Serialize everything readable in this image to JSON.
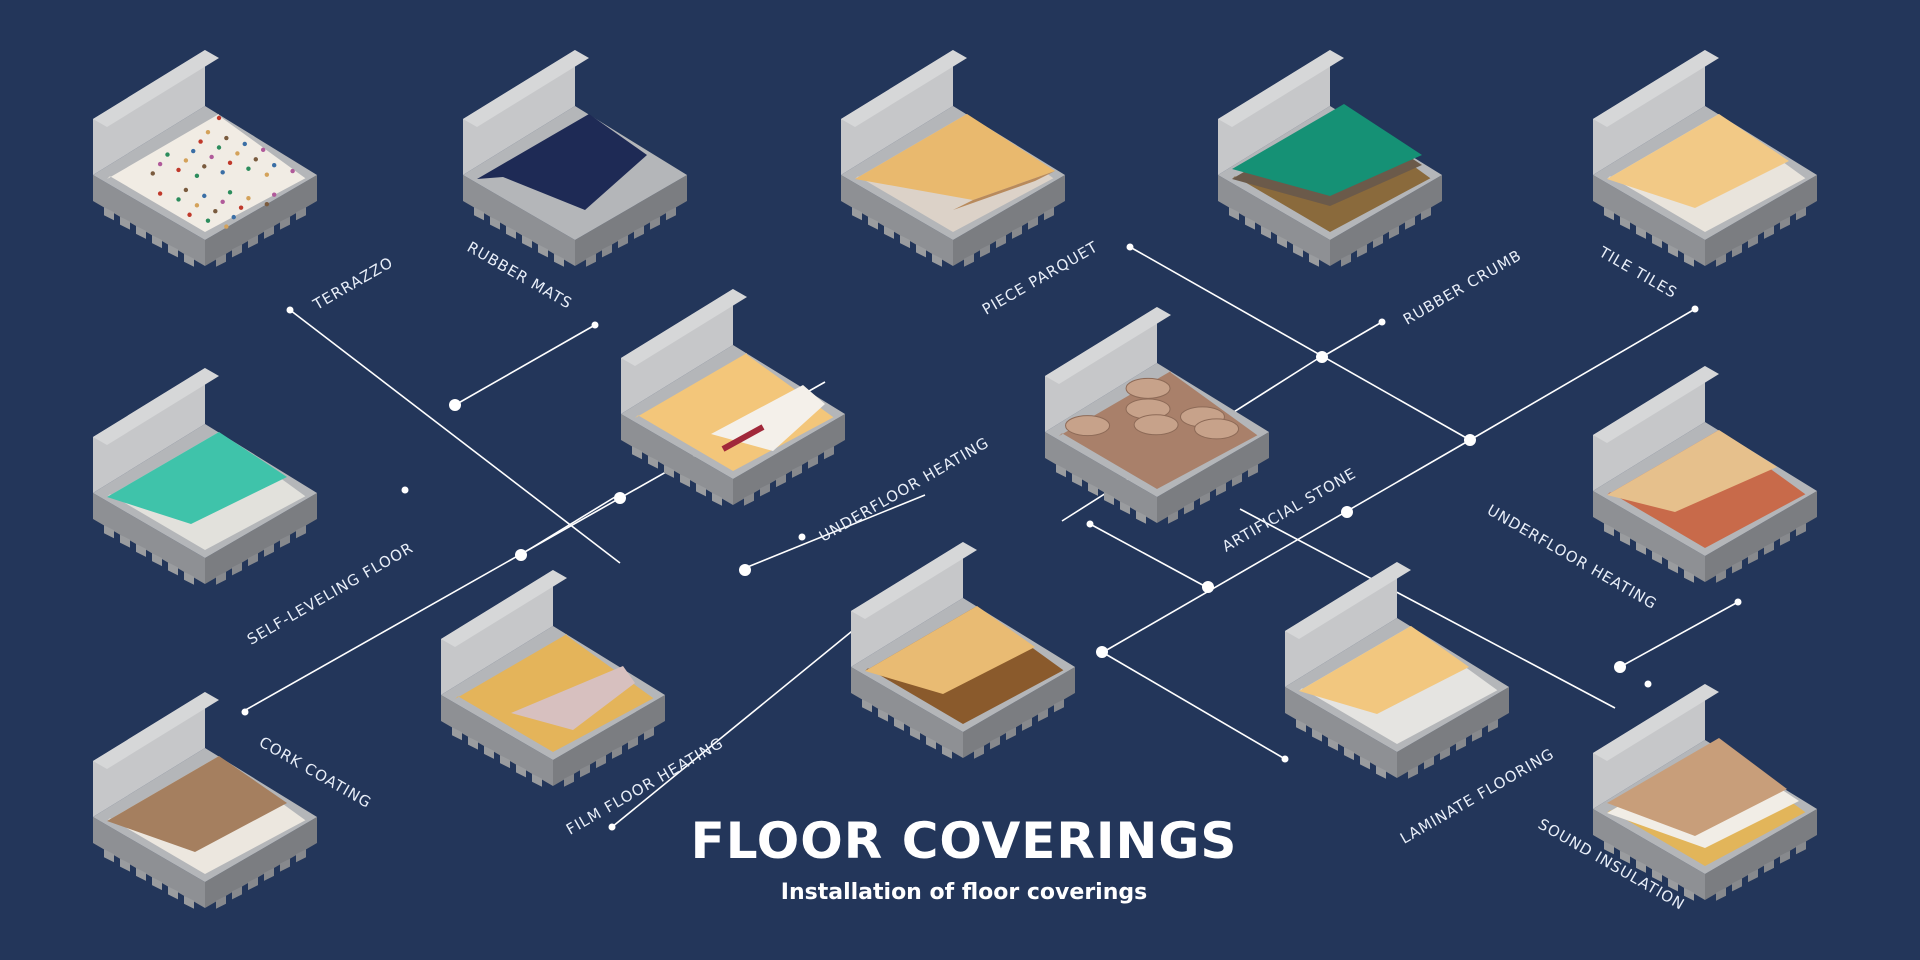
{
  "header": {
    "title": "FLOOR COVERINGS",
    "subtitle": "Installation of floor coverings"
  },
  "items": [
    {
      "key": "terrazzo",
      "label": "TERRAZZO",
      "color": "#f1ece4"
    },
    {
      "key": "rubber-mats",
      "label": "RUBBER MATS",
      "color": "#1e2a55"
    },
    {
      "key": "piece-parquet",
      "label": "PIECE PARQUET",
      "color": "#e9b96e"
    },
    {
      "key": "rubber-crumb",
      "label": "RUBBER CRUMB",
      "color": "#159175"
    },
    {
      "key": "tile-tiles",
      "label": "TILE TILES",
      "color": "#f2c986"
    },
    {
      "key": "self-leveling-floor",
      "label": "SELF-LEVELING FLOOR",
      "color": "#3fc3aa"
    },
    {
      "key": "underfloor-heating-1",
      "label": "UNDERFLOOR HEATING",
      "color": "#f3c67a"
    },
    {
      "key": "artificial-stone",
      "label": "ARTIFICIAL STONE",
      "color": "#a9806a"
    },
    {
      "key": "underfloor-heating-2",
      "label": "UNDERFLOOR HEATING",
      "color": "#e6c08c"
    },
    {
      "key": "cork-coating",
      "label": "CORK COATING",
      "color": "#a57f5f"
    },
    {
      "key": "film-floor-heating",
      "label": "FILM FLOOR HEATING",
      "color": "#e4b45a"
    },
    {
      "key": "center-parquet",
      "label": "",
      "color": "#e9bb73"
    },
    {
      "key": "laminate-flooring",
      "label": "LAMINATE FLOORING",
      "color": "#f2c77f"
    },
    {
      "key": "sound-insulation",
      "label": "SOUND INSULATION",
      "color": "#c89e7a"
    }
  ],
  "colors": {
    "background": "#23365a",
    "connector": "#ffffff",
    "concrete": "#a4a6a9"
  }
}
